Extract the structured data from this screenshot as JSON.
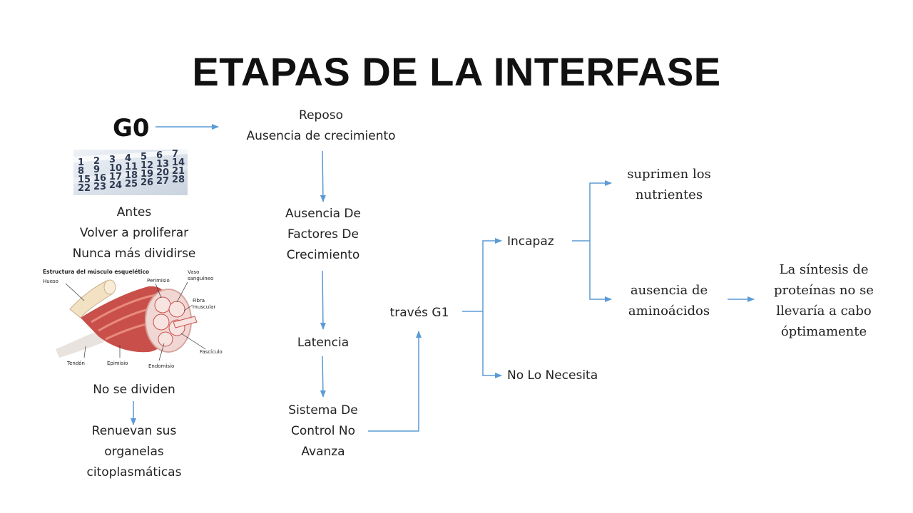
{
  "title": "ETAPAS DE LA INTERFASE",
  "g0": "G0",
  "reposo": [
    "Reposo",
    "Ausencia de crecimiento"
  ],
  "g0_options": [
    "Antes",
    "Volver a proliferar",
    "Nunca más dividirse"
  ],
  "calendar_numbers": [
    "1",
    "2",
    "3",
    "4",
    "5",
    "6",
    "7",
    "8",
    "9",
    "10",
    "11",
    "12",
    "13",
    "14",
    "15",
    "16",
    "17",
    "18",
    "19",
    "20",
    "21",
    "22",
    "23",
    "24",
    "25",
    "26",
    "27",
    "28"
  ],
  "muscle_figure": {
    "title": "Estructura del músculo esquelético",
    "labels": {
      "hueso": "Hueso",
      "perimisio": "Perimisio",
      "vaso": [
        "Vaso",
        "sanguíneo"
      ],
      "fibra": [
        "Fibra",
        "muscular"
      ],
      "fasciculo": "Fascículo",
      "tendon": "Tendón",
      "epimisio": "Epimisio",
      "endomisio": "Endomisio"
    }
  },
  "no_dividen": "No se dividen",
  "renuevan": [
    "Renuevan sus",
    "organelas",
    "citoplasmáticas"
  ],
  "factores": [
    "Ausencia De",
    "Factores De",
    "Crecimiento"
  ],
  "latencia": "Latencia",
  "sistema": [
    "Sistema De",
    "Control No",
    "Avanza"
  ],
  "traves": "través G1",
  "incapaz": "Incapaz",
  "no_necesita": "No Lo Necesita",
  "suprimen": [
    "suprimen los",
    "nutrientes"
  ],
  "ausencia_amino": [
    "ausencia de",
    "aminoácidos"
  ],
  "sintesis": [
    "La síntesis de",
    "proteínas no se",
    "llevaría a cabo",
    "óptimamente"
  ],
  "colors": {
    "arrow": "#5b9bd5",
    "text": "#222222",
    "muscle_red": "#c9504a",
    "bone": "#f3e1c4"
  }
}
